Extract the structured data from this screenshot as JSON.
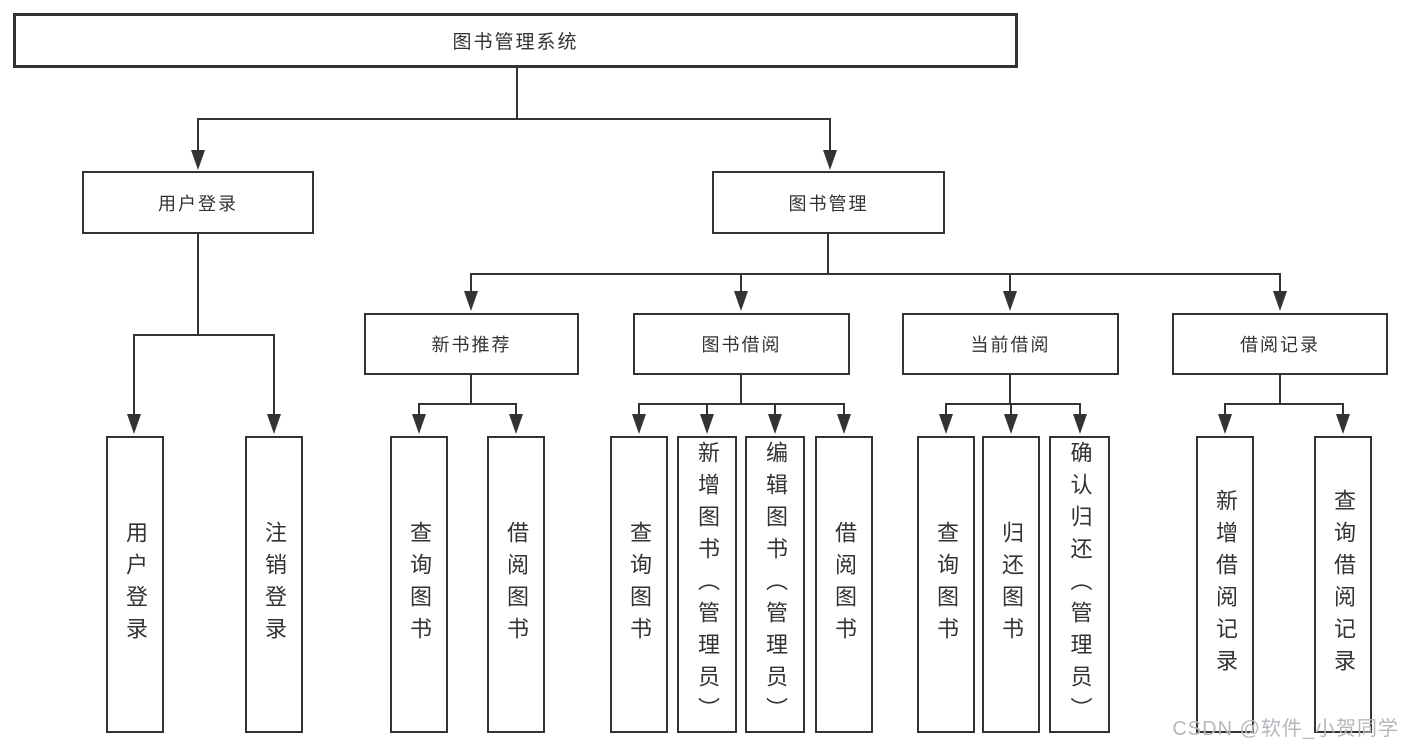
{
  "tree": {
    "root": {
      "label": "图书管理系统"
    },
    "level2": [
      {
        "label": "用户登录"
      },
      {
        "label": "图书管理"
      }
    ],
    "level3": [
      {
        "label": "新书推荐",
        "parent": "图书管理"
      },
      {
        "label": "图书借阅",
        "parent": "图书管理"
      },
      {
        "label": "当前借阅",
        "parent": "图书管理"
      },
      {
        "label": "借阅记录",
        "parent": "图书管理"
      }
    ],
    "leaves": [
      {
        "label": "用户登录",
        "parent": "用户登录"
      },
      {
        "label": "注销登录",
        "parent": "用户登录"
      },
      {
        "label": "查询图书",
        "parent": "新书推荐"
      },
      {
        "label": "借阅图书",
        "parent": "新书推荐"
      },
      {
        "label": "查询图书",
        "parent": "图书借阅"
      },
      {
        "label": "新增图书（管理员）",
        "parent": "图书借阅"
      },
      {
        "label": "编辑图书（管理员）",
        "parent": "图书借阅"
      },
      {
        "label": "借阅图书",
        "parent": "图书借阅"
      },
      {
        "label": "查询图书",
        "parent": "当前借阅"
      },
      {
        "label": "归还图书",
        "parent": "当前借阅"
      },
      {
        "label": "确认归还（管理员）",
        "parent": "当前借阅"
      },
      {
        "label": "新增借阅记录",
        "parent": "借阅记录"
      },
      {
        "label": "查询借阅记录",
        "parent": "借阅记录"
      }
    ]
  },
  "watermark": "CSDN @软件_小贺同学",
  "colors": {
    "line": "#333333",
    "text": "#333333",
    "watermark_color": "#b4b8bd",
    "background": "#ffffff"
  }
}
